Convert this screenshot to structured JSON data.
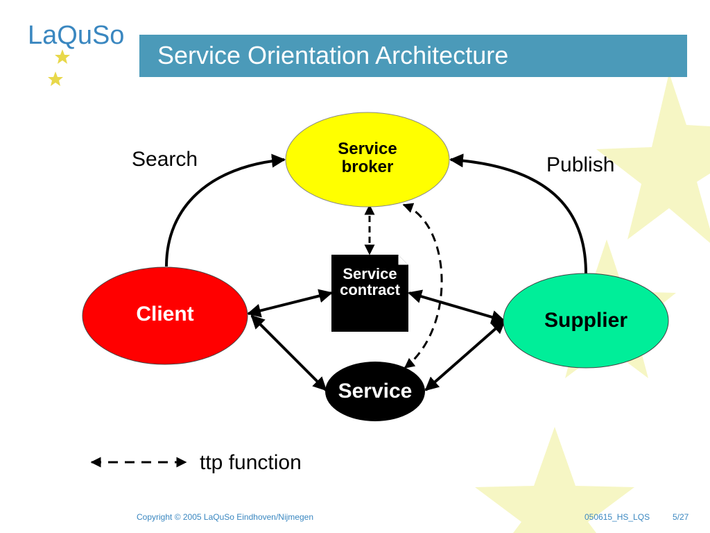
{
  "header": {
    "logo_text": "LaQuSo",
    "title": "Service Orientation Architecture"
  },
  "diagram": {
    "nodes": {
      "broker": {
        "line1": "Service",
        "line2": "broker",
        "color": "#ffff00"
      },
      "client": {
        "label": "Client",
        "color": "#ff0000"
      },
      "supplier": {
        "label": "Supplier",
        "color": "#00ee99"
      },
      "service": {
        "label": "Service",
        "color": "#000000"
      },
      "contract": {
        "line1": "Service",
        "line2": "contract",
        "color": "#000000"
      }
    },
    "edge_labels": {
      "search": "Search",
      "publish": "Publish"
    },
    "legend": {
      "label": "ttp function"
    }
  },
  "footer": {
    "copyright": "Copyright © 2005 LaQuSo Eindhoven/Nijmegen",
    "doc_id": "050615_HS_LQS",
    "page": "5/27"
  },
  "colors": {
    "title_bar": "#4b9ab9",
    "accent": "#3a87c0",
    "star": "#f3f3a0"
  }
}
